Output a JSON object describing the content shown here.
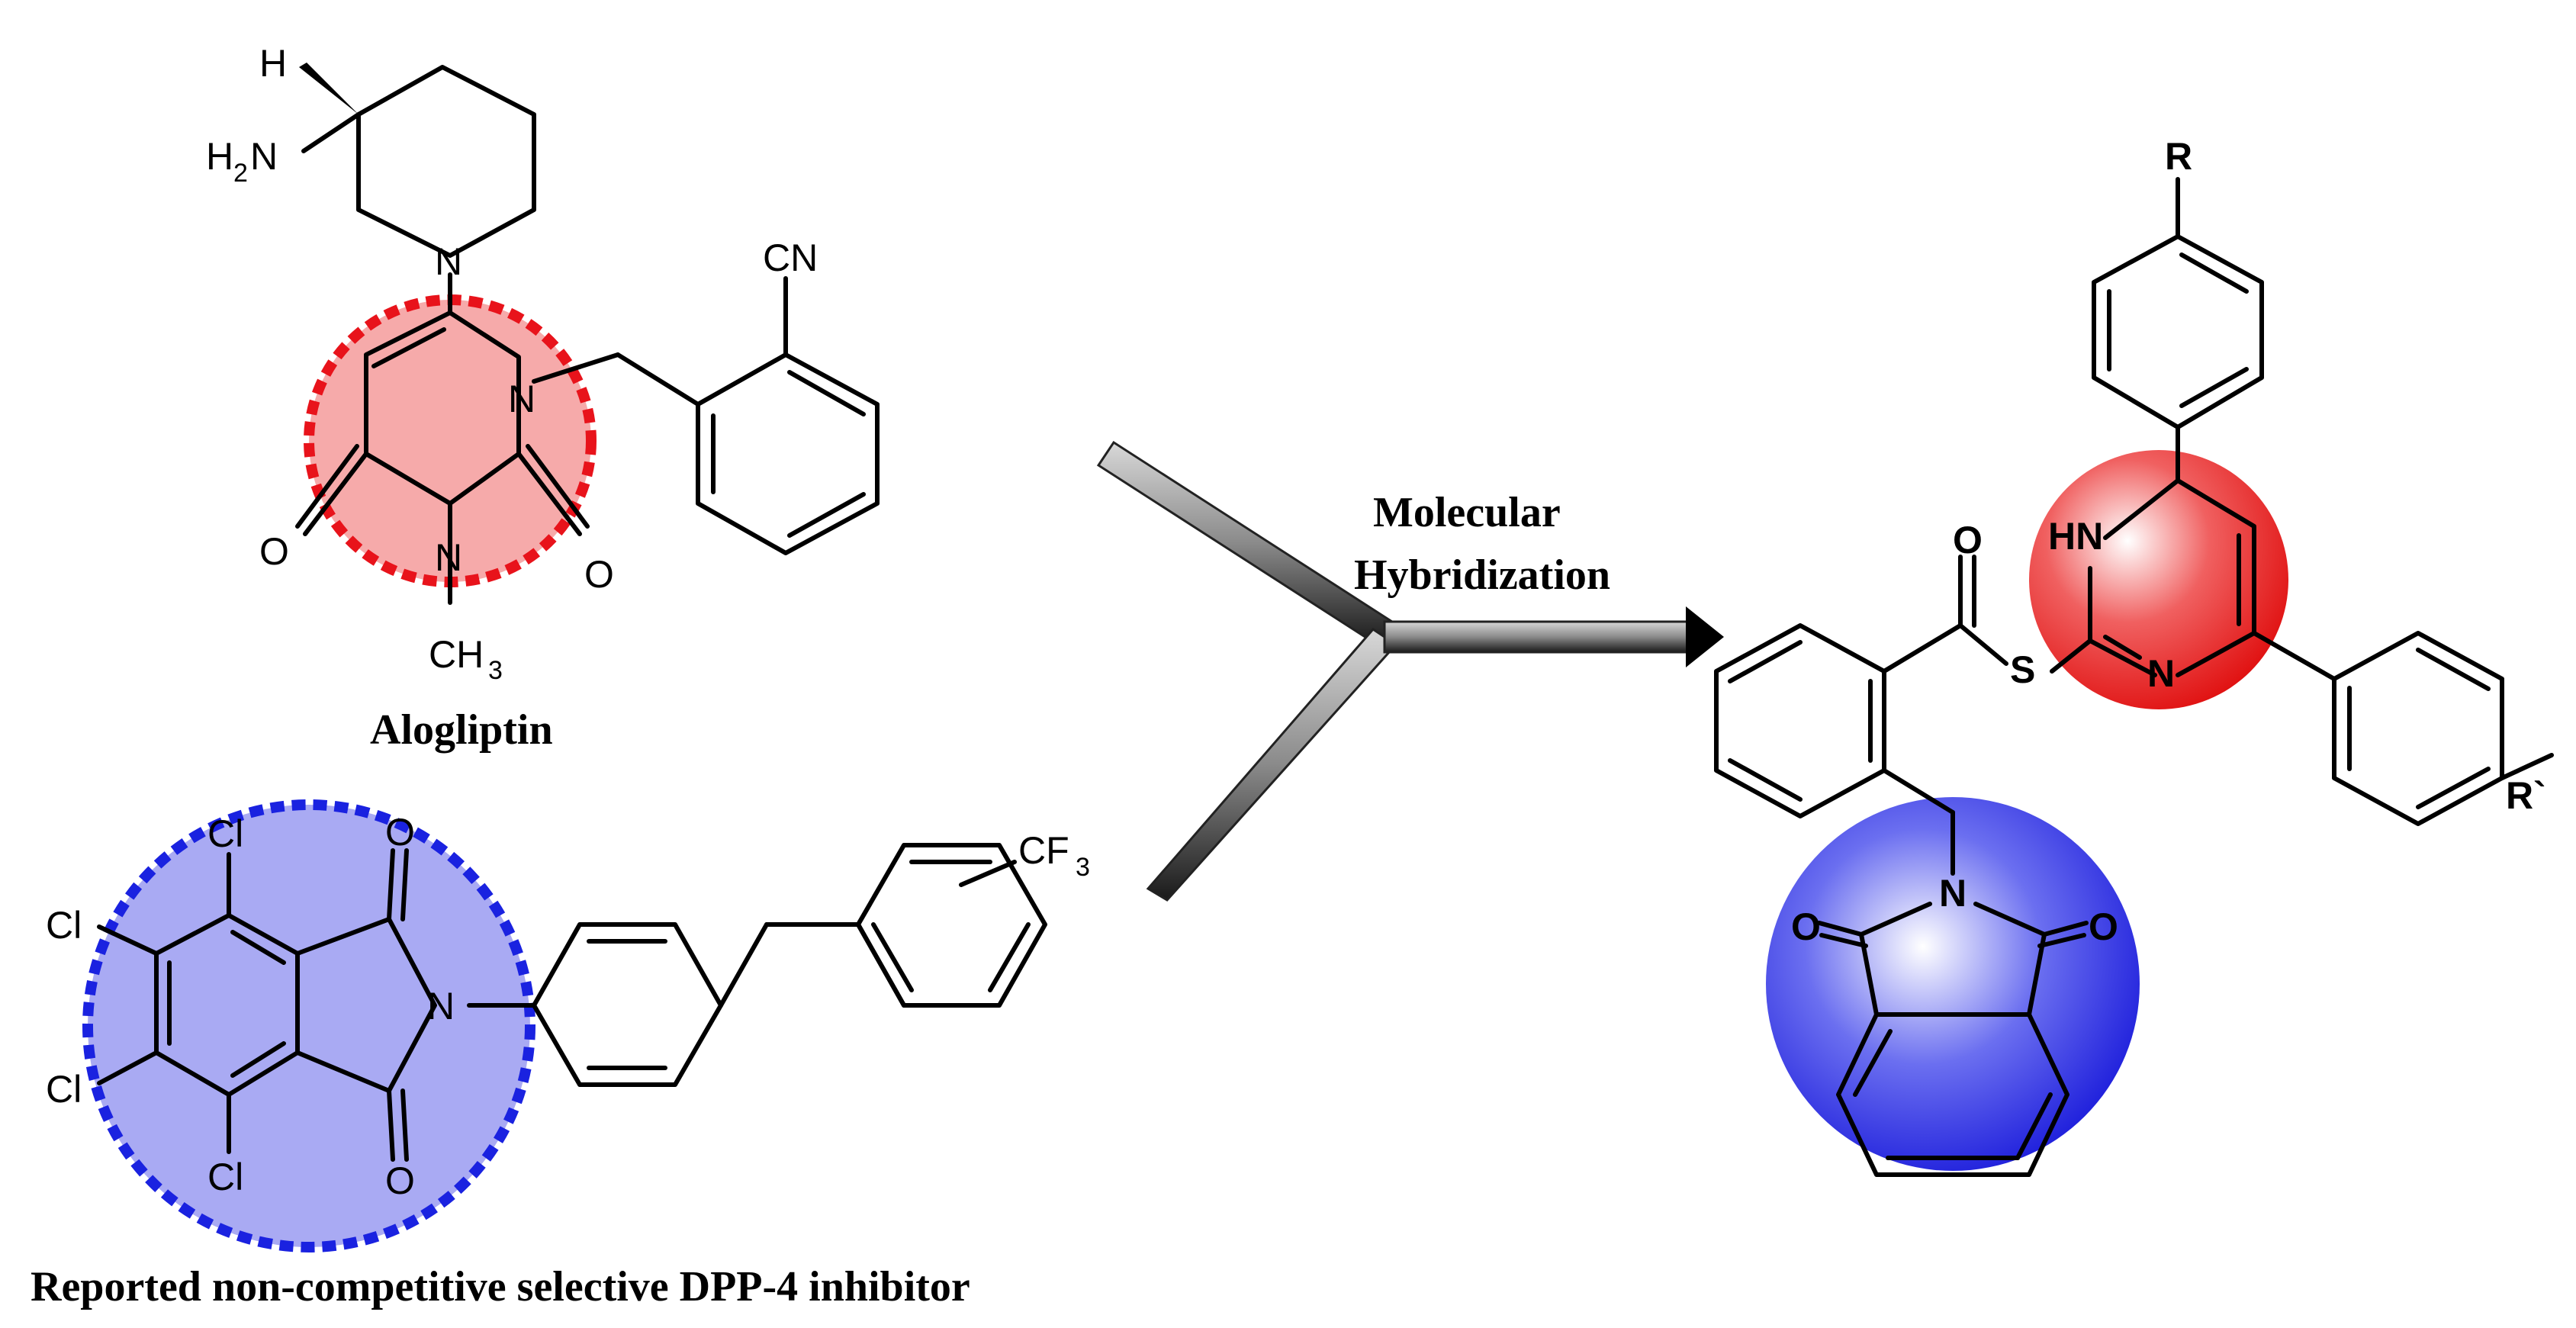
{
  "captions": {
    "alogliptin": "Alogliptin",
    "reported": "Reported non-competitive selective DPP-4 inhibitor",
    "hybrid_line1": "Molecular",
    "hybrid_line2": "Hybridization"
  },
  "atoms": {
    "h": "H",
    "h2n_h": "H",
    "h2n_sub": "2",
    "h2n_n": "N",
    "n_pip": "N",
    "cn": "CN",
    "n1": "N",
    "n3": "N",
    "o_left": "O",
    "o_right": "O",
    "ch3_c": "CH",
    "ch3_sub": "3",
    "cl1": "Cl",
    "cl2": "Cl",
    "cl3": "Cl",
    "cl4": "Cl",
    "o_top": "O",
    "o_bot": "O",
    "n_imide": "N",
    "cf3_cf": "CF",
    "cf3_sub": "3",
    "r": "R",
    "r_prime": "R`",
    "hn": "HN",
    "n_pyr": "N",
    "s": "S",
    "o_thio": "O",
    "n_phth": "N",
    "o_phth_l": "O",
    "o_phth_r": "O"
  },
  "colors": {
    "red_highlight": "#e8131b",
    "blue_highlight": "#1a22e0",
    "red_fill": "#f6aaaa",
    "blue_fill": "#a9aaf3"
  }
}
